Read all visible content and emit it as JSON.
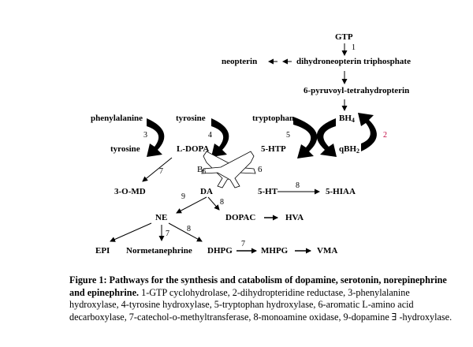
{
  "nodes": {
    "gtp": "GTP",
    "dhnp": "dihydroneopterin triphosphate",
    "neopterin": "neopterin",
    "ptp": "6-pyruvoyl-tetrahydropterin",
    "phenylalanine": "phenylalanine",
    "tyrosine_top": "tyrosine",
    "tryptophan": "tryptophan",
    "bh4_base": "BH",
    "bh4_sub": "4",
    "tyrosine_bottom": "tyrosine",
    "ldopa": "L-DOPA",
    "htp": "5-HTP",
    "qbh2_base": "qBH",
    "qbh2_sub": "2",
    "omd": "3-O-MD",
    "da": "DA",
    "ht": "5-HT",
    "hiaa": "5-HIAA",
    "ne": "NE",
    "dopac": "DOPAC",
    "hva": "HVA",
    "epi": "EPI",
    "normetanephrine": "Normetanephrine",
    "dhpg": "DHPG",
    "mhpg": "MHPG",
    "vma": "VMA"
  },
  "enzymes": {
    "e1": "1",
    "e2": "2",
    "e3": "3",
    "e4": "4",
    "e5": "5",
    "e6": "6",
    "b6_base": "B",
    "b6_sub": "6",
    "e7a": "7",
    "e7b": "7",
    "e7c": "7",
    "e8a": "8",
    "e8b": "8",
    "e8c": "8",
    "e9": "9"
  },
  "caption": {
    "title": "Figure 1:  Pathways for the synthesis and catabolism of dopamine, serotonin, norepinephrine and epinephrine.",
    "body": " 1-GTP cyclohydrolase, 2-dihydropteridine reductase, 3-phenylalanine hydroxylase, 4-tyrosine hydroxylase, 5-tryptophan hydroxylase, 6-aromatic L-amino acid decarboxylase, 7-catechol-o-methyltransferase, 8-monoamine oxidase, 9-dopamine ∃ -hydroxylase."
  },
  "colors": {
    "ink": "#000000",
    "enzyme2": "#c0003a"
  }
}
